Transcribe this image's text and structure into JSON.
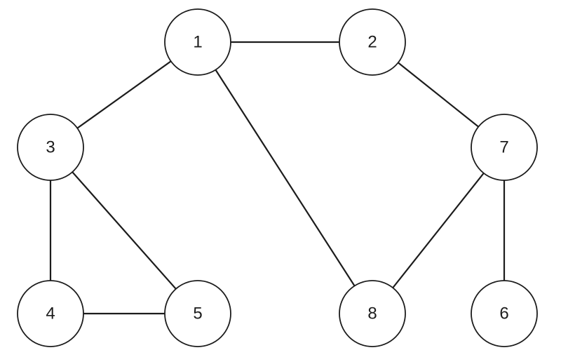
{
  "graph": {
    "nodes": [
      {
        "id": "1",
        "label": "1"
      },
      {
        "id": "2",
        "label": "2"
      },
      {
        "id": "3",
        "label": "3"
      },
      {
        "id": "4",
        "label": "4"
      },
      {
        "id": "5",
        "label": "5"
      },
      {
        "id": "6",
        "label": "6"
      },
      {
        "id": "7",
        "label": "7"
      },
      {
        "id": "8",
        "label": "8"
      }
    ],
    "edges": [
      {
        "from": "1",
        "to": "2"
      },
      {
        "from": "1",
        "to": "3"
      },
      {
        "from": "1",
        "to": "8"
      },
      {
        "from": "2",
        "to": "7"
      },
      {
        "from": "3",
        "to": "4"
      },
      {
        "from": "3",
        "to": "5"
      },
      {
        "from": "4",
        "to": "5"
      },
      {
        "from": "7",
        "to": "8"
      },
      {
        "from": "7",
        "to": "6"
      }
    ]
  }
}
